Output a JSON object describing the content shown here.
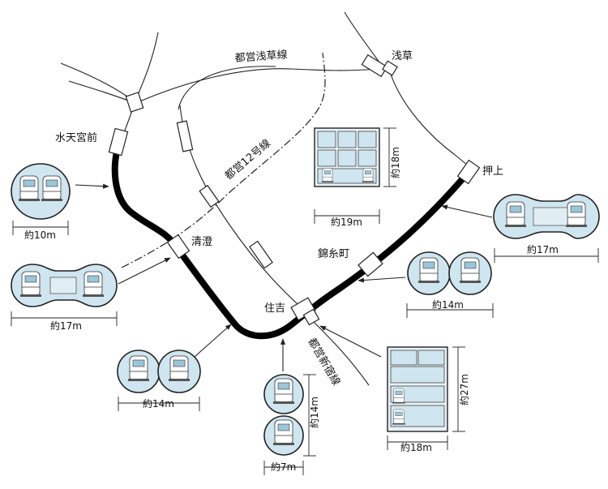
{
  "stations": {
    "asakusa": "浅草",
    "oshiage": "押上",
    "suitengumae": "水天宮前",
    "kiyosumi": "清澄",
    "kinshicho": "錦糸町",
    "sumiyoshi": "住吉"
  },
  "lines": {
    "toei_asakusa": "都営浅草線",
    "toei_12": "都営12号線",
    "toei_shinjuku": "都営新宿線"
  },
  "sections": {
    "suitengumae_width": "約10m",
    "kiyosumi_width": "約17m",
    "asakusa_box_width": "約19m",
    "asakusa_box_height": "約18m",
    "oshiage_width": "約17m",
    "kinshicho_width": "約14m",
    "sumiyoshi_left_width": "約14m",
    "sumiyoshi_stack_width": "約7m",
    "sumiyoshi_stack_height": "約14m",
    "sumiyoshi_box_width": "約18m",
    "sumiyoshi_box_height": "約27m"
  }
}
